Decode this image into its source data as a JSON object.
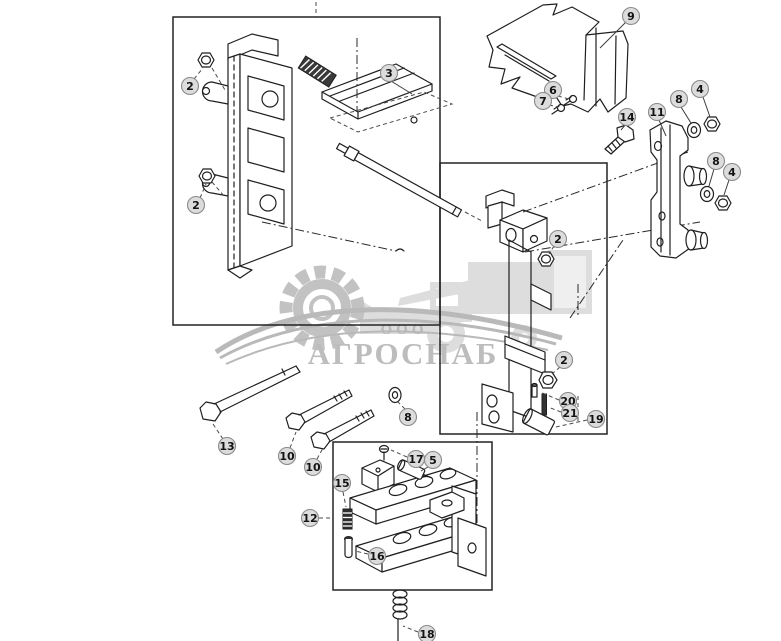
{
  "watermark": {
    "org_form": "ООО",
    "company": "АГРОСНАБ"
  },
  "callouts": [
    {
      "label": "2"
    },
    {
      "label": "2"
    },
    {
      "label": "3"
    },
    {
      "label": "9"
    },
    {
      "label": "6"
    },
    {
      "label": "7"
    },
    {
      "label": "14"
    },
    {
      "label": "11"
    },
    {
      "label": "8"
    },
    {
      "label": "4"
    },
    {
      "label": "8"
    },
    {
      "label": "4"
    },
    {
      "label": "2"
    },
    {
      "label": "2"
    },
    {
      "label": "20"
    },
    {
      "label": "21"
    },
    {
      "label": "19"
    },
    {
      "label": "13"
    },
    {
      "label": "10"
    },
    {
      "label": "10"
    },
    {
      "label": "8"
    },
    {
      "label": "12"
    },
    {
      "label": "15"
    },
    {
      "label": "17"
    },
    {
      "label": "5"
    },
    {
      "label": "16"
    },
    {
      "label": "18"
    }
  ]
}
